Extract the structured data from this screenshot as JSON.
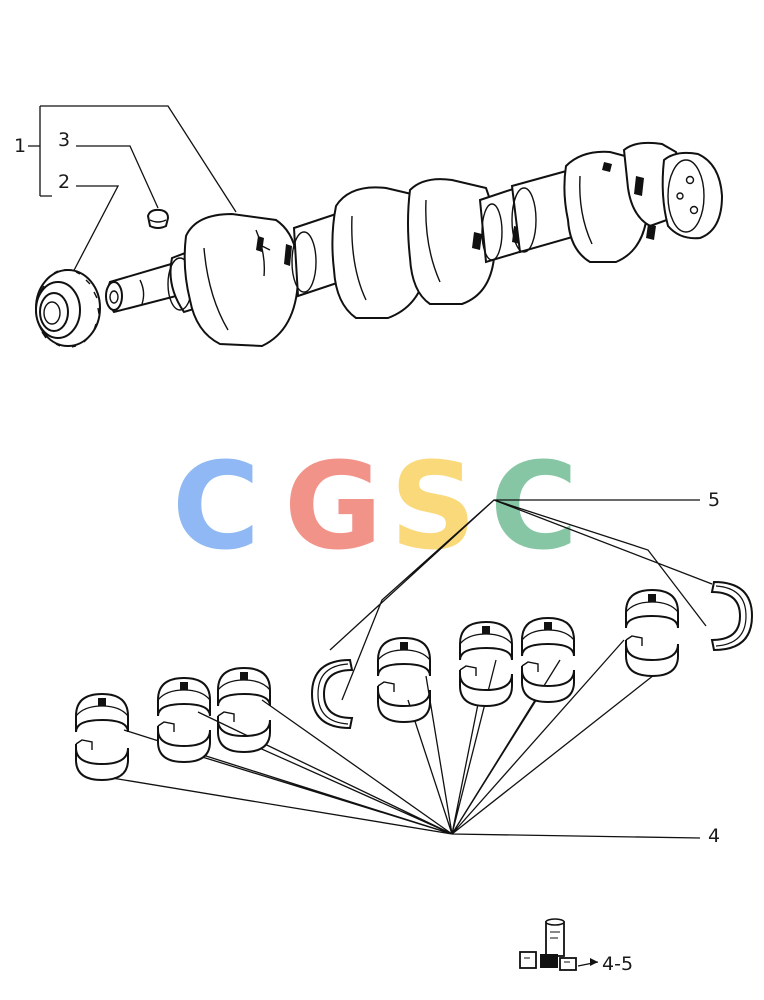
{
  "callouts": {
    "c1": "1",
    "c2": "2",
    "c3": "3",
    "c4": "4",
    "c5": "5",
    "c45": "4-5"
  },
  "watermark": {
    "letters": [
      "C",
      "G",
      "S",
      "C"
    ],
    "colors": [
      "#8fb8f4",
      "#f2938a",
      "#fad97a",
      "#86c6a4"
    ]
  },
  "icons": {
    "crankshaft": "crankshaft-icon",
    "gear": "timing-gear-icon",
    "key": "woodruff-key-icon",
    "bearing": "bearing-shell-icon",
    "thrust_washer": "thrust-washer-icon",
    "kit": "bearing-kit-icon"
  },
  "colors": {
    "line": "#111111",
    "background": "#ffffff"
  }
}
